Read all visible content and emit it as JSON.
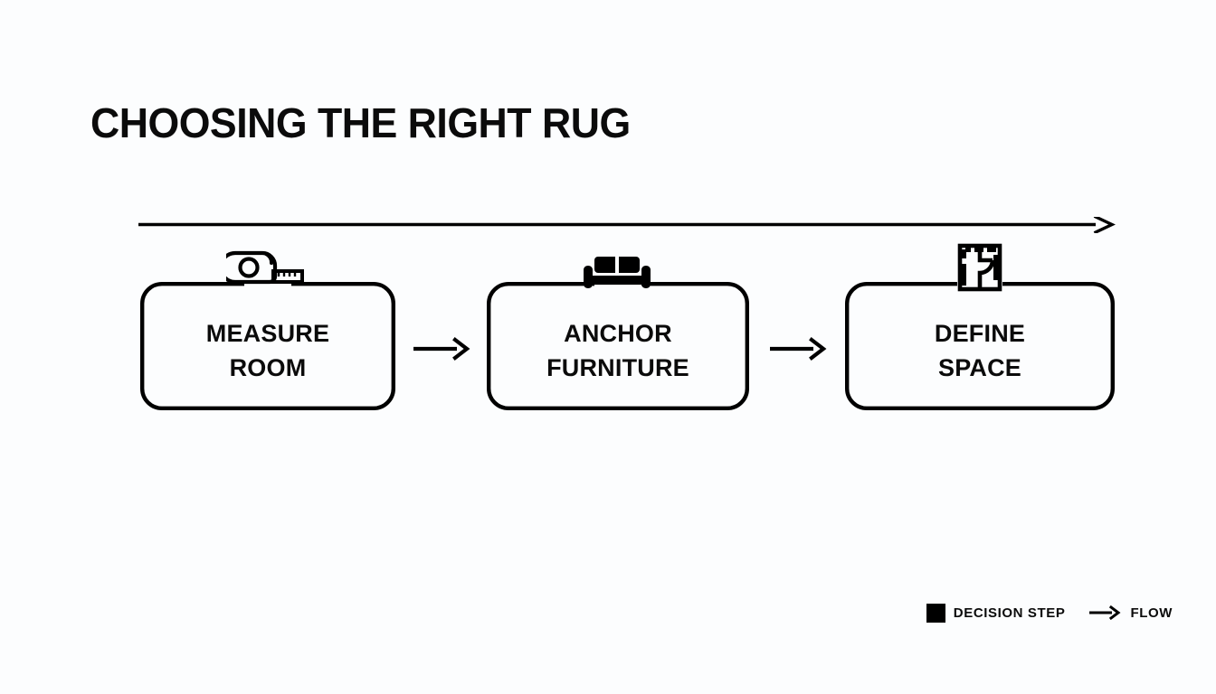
{
  "page": {
    "title": "CHOOSING THE RIGHT RUG",
    "background_color": "#fcfdfe",
    "ink_color": "#000000"
  },
  "timeline": {
    "name": "progress-arrow",
    "direction": "left-to-right"
  },
  "flow": {
    "steps": [
      {
        "id": "measure-room",
        "label": "MEASURE\nROOM",
        "line1": "MEASURE",
        "line2": "ROOM",
        "icon": "tape-measure-icon"
      },
      {
        "id": "anchor-furniture",
        "label": "ANCHOR\nFURNITURE",
        "line1": "ANCHOR",
        "line2": "FURNITURE",
        "icon": "sofa-icon"
      },
      {
        "id": "define-space",
        "label": "DEFINE\nSPACE",
        "line1": "DEFINE",
        "line2": "SPACE",
        "icon": "floor-plan-icon"
      }
    ],
    "connectors": [
      {
        "id": "connector-1",
        "icon": "arrow-right-icon"
      },
      {
        "id": "connector-2",
        "icon": "arrow-right-icon"
      }
    ]
  },
  "legend": {
    "decision_step_label": "DECISION STEP",
    "flow_label": "FLOW",
    "swatch_color": "#000000"
  }
}
